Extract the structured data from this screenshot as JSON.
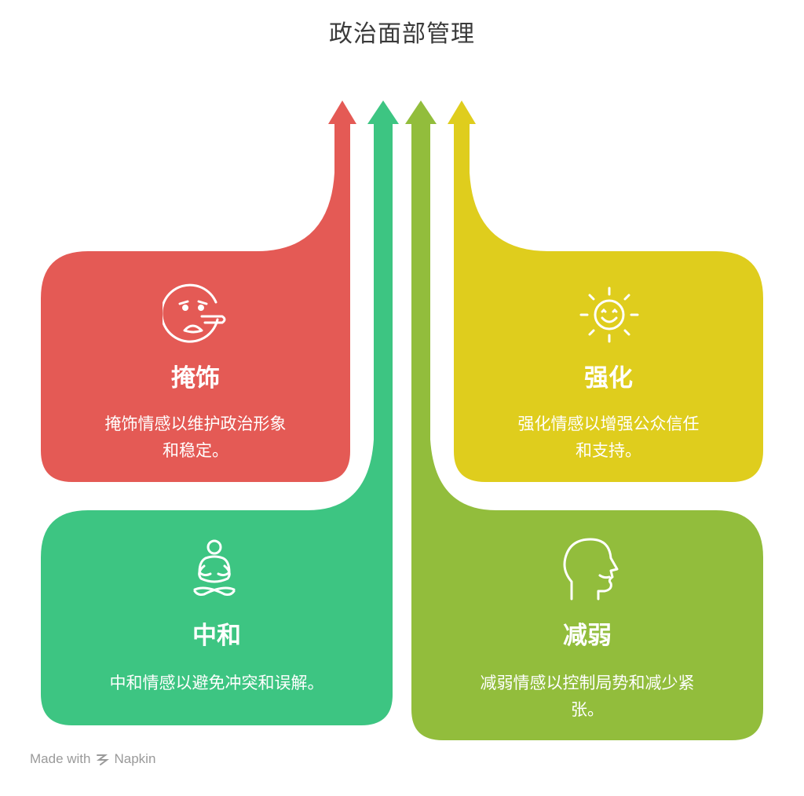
{
  "title": "政治面部管理",
  "colors": {
    "red": "#E45A55",
    "green": "#3DC582",
    "olive": "#92BD3C",
    "yellow": "#DFCD1D"
  },
  "cards": {
    "mask": {
      "title": "掩饰",
      "desc_line1": "掩饰情感以维护政治形象",
      "desc_line2": "和稳定。",
      "icon": "lying-face-icon"
    },
    "amplify": {
      "title": "强化",
      "desc_line1": "强化情感以增强公众信任",
      "desc_line2": "和支持。",
      "icon": "smiling-sun-icon"
    },
    "neutralize": {
      "title": "中和",
      "desc_line1": "中和情感以避免冲突和误解。",
      "icon": "meditating-person-icon"
    },
    "attenuate": {
      "title": "减弱",
      "desc_line1": "减弱情感以控制局势和减少紧",
      "desc_line2": "张。",
      "icon": "head-profile-icon"
    }
  },
  "footer": {
    "made_with": "Made with",
    "brand": "Napkin"
  }
}
